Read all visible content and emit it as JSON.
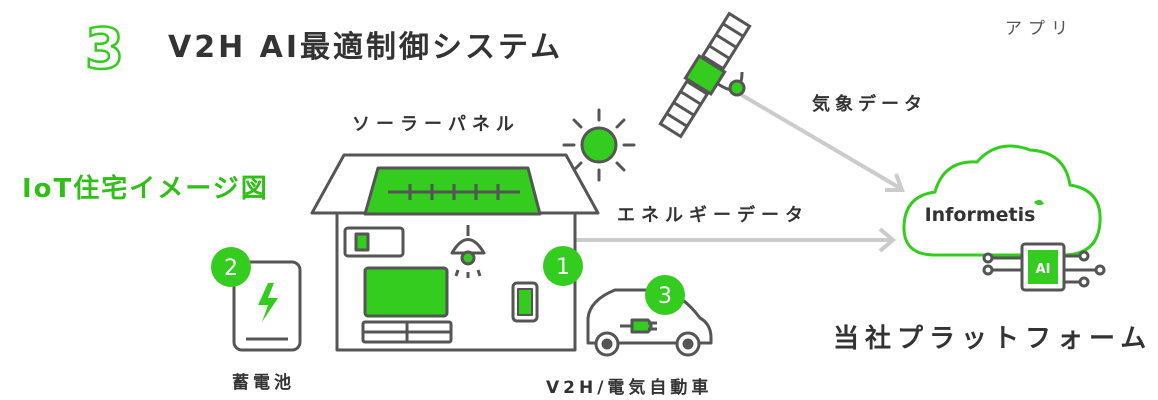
{
  "header": {
    "step_number": "3",
    "title": "V2H AI最適制御システム"
  },
  "top_right_label": "アプリ",
  "arrows": {
    "weather_label": "気象データ",
    "energy_label": "エネルギーデータ"
  },
  "home": {
    "caption": "IoT住宅イメージ図",
    "solar_label": "ソーラーパネル",
    "markers": {
      "home_appliance": "1",
      "battery": "2",
      "ev": "3"
    },
    "battery_label": "蓄電池",
    "ev_label": "V2H/電気自動車"
  },
  "platform": {
    "brand": "Informetis",
    "chip_label": "AI",
    "label": "当社プラットフォーム"
  },
  "colors": {
    "accent_green": "#33cc1f",
    "title_green": "#2fbf17",
    "outline_gray": "#555555",
    "arrow_gray": "#cccccc"
  }
}
